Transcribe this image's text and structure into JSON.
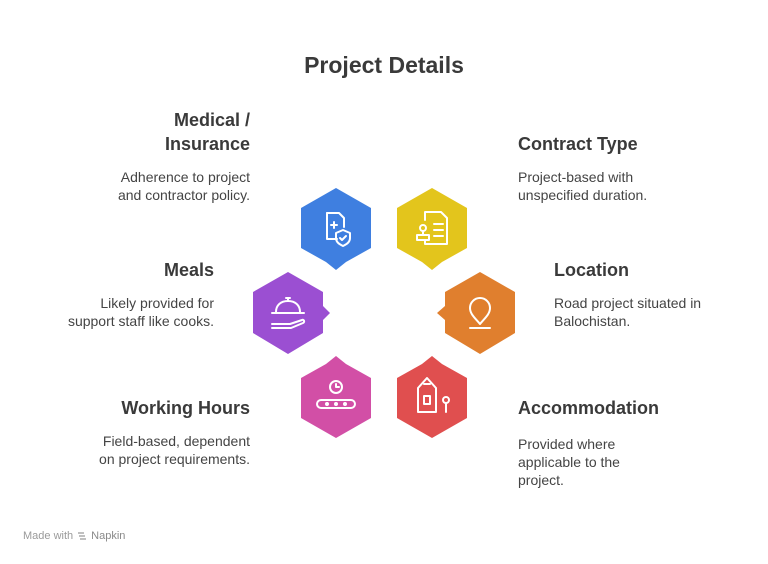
{
  "title": "Project Details",
  "items": [
    {
      "heading_lines": [
        "Medical /",
        "Insurance"
      ],
      "desc_lines": [
        "Adherence to project",
        "and contractor policy."
      ],
      "color": "#3f7fe0",
      "icon": "medical-shield-icon"
    },
    {
      "heading_lines": [
        "Contract Type"
      ],
      "desc_lines": [
        "Project-based with",
        "unspecified duration."
      ],
      "color": "#e3c51c",
      "icon": "contract-stamp-icon"
    },
    {
      "heading_lines": [
        "Meals"
      ],
      "desc_lines": [
        "Likely provided for",
        "support staff like cooks."
      ],
      "color": "#9b4fd2",
      "icon": "serving-cloche-icon"
    },
    {
      "heading_lines": [
        "Location"
      ],
      "desc_lines": [
        "Road project situated in",
        "Balochistan."
      ],
      "color": "#e07f2e",
      "icon": "location-pin-icon"
    },
    {
      "heading_lines": [
        "Working Hours"
      ],
      "desc_lines": [
        "Field-based, dependent",
        "on project requirements."
      ],
      "color": "#d24fa6",
      "icon": "conveyor-clock-icon"
    },
    {
      "heading_lines": [
        "Accommodation"
      ],
      "desc_lines": [
        "Provided where",
        "applicable to the",
        "project."
      ],
      "color": "#e04f4f",
      "icon": "house-tree-icon"
    }
  ],
  "footer": {
    "prefix": "Made with",
    "brand": "Napkin"
  }
}
